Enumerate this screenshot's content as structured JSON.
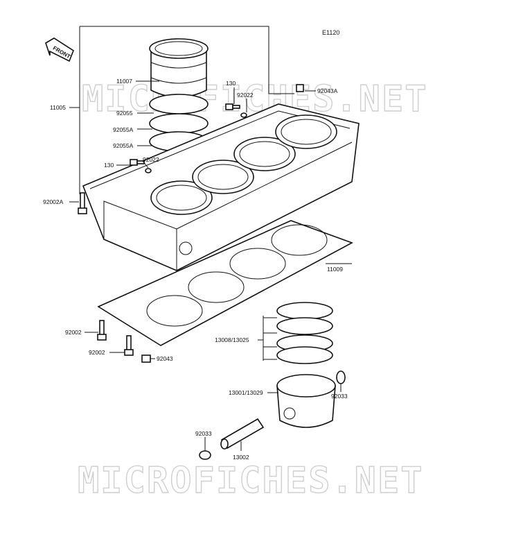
{
  "figure_code": "E1120",
  "front_label": "FRONT",
  "watermark": "MICROFICHES.NET",
  "labels": {
    "p11007": "11007",
    "p11005": "11005",
    "p92055": "92055",
    "p92055A_1": "92055A",
    "p92055A_2": "92055A",
    "p130_top": "130",
    "p92022_top": "92022",
    "p92043A": "92043A",
    "p130_mid": "130",
    "p92022_mid": "92022",
    "p92002A": "92002A",
    "p11009": "11009",
    "p13008": "13008/13025",
    "p92002_1": "92002",
    "p92002_2": "92002",
    "p92043": "92043",
    "p13001": "13001/13029",
    "p92033_right": "92033",
    "p92033_left": "92033",
    "p13002": "13002"
  }
}
